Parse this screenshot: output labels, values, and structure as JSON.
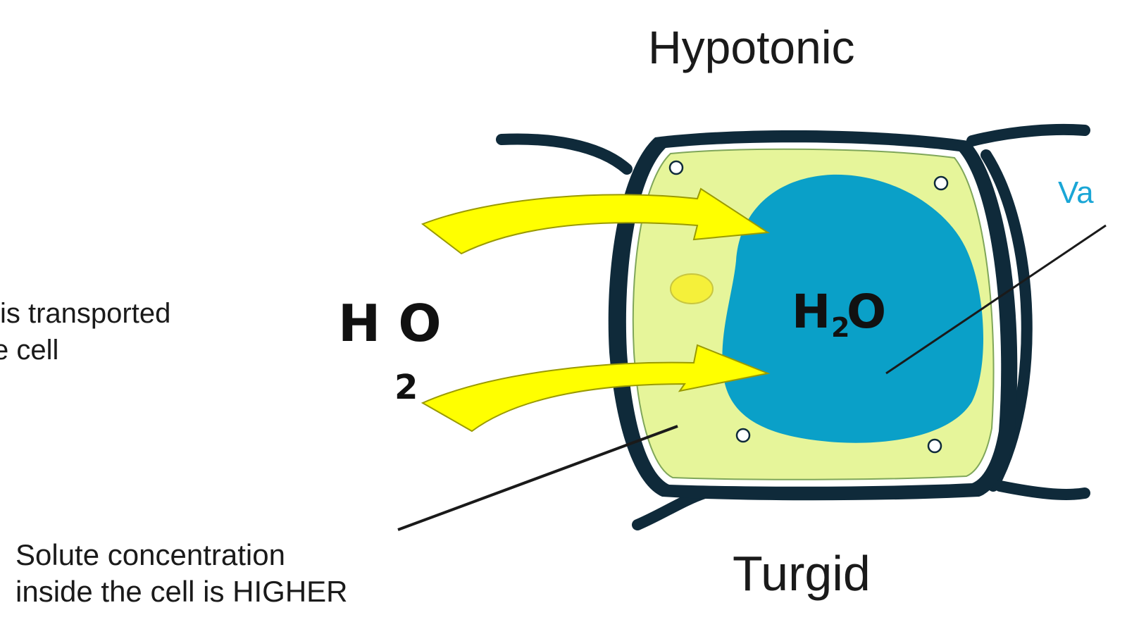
{
  "title": "Hypotonic",
  "state_label": "Turgid",
  "left_text": {
    "line1": "is transported",
    "line2": "e cell"
  },
  "outside_water": {
    "main": "H O",
    "subscript": "2"
  },
  "inside_water": {
    "main_h": "H",
    "subscript": "2",
    "main_o": "O"
  },
  "vacuole_label": "Va",
  "solute_text": {
    "line1": "Solute concentration",
    "line2": "inside the cell is HIGHER"
  },
  "colors": {
    "cell_wall": "#0f2a3a",
    "cytoplasm": "#e6f59a",
    "vacuole": "#0aa0c8",
    "arrow": "#ffff00",
    "nucleus": "#f5f03a",
    "vacuole_label": "#1aa6d6",
    "text": "#1a1a1a"
  }
}
